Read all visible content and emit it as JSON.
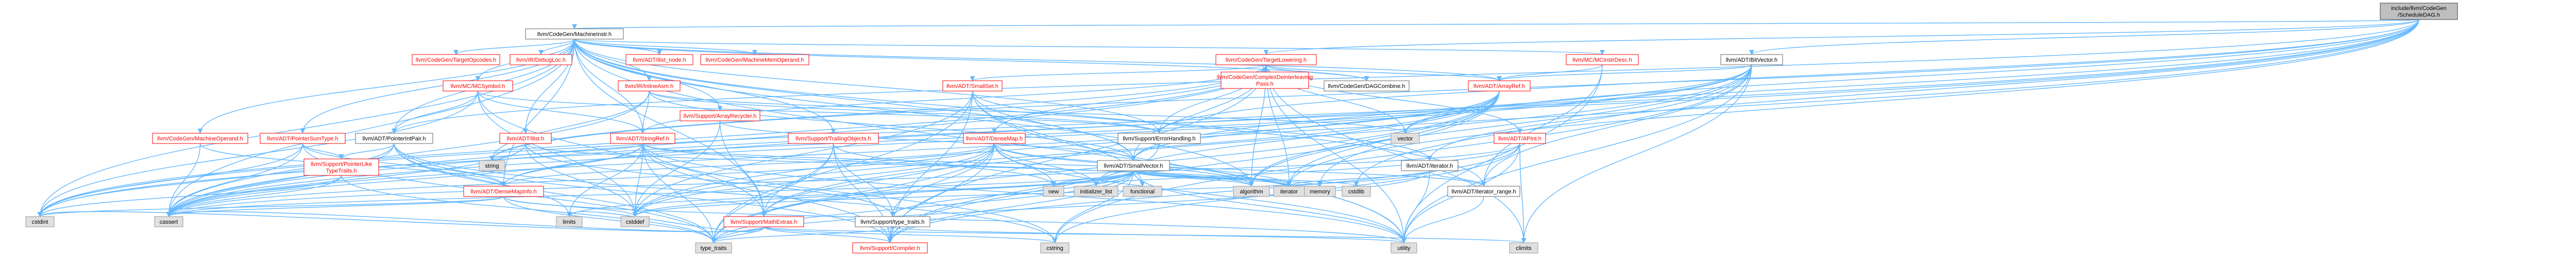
{
  "graph": {
    "root": "include/llvm/CodeGen/ScheduleDAG.h",
    "nodes": [
      {
        "id": "root",
        "lines": [
          "include/llvm/CodeGen",
          "/ScheduleDAG.h"
        ],
        "kind": "root"
      },
      {
        "id": "mi",
        "lines": [
          "llvm/CodeGen/MachineInstr.h"
        ],
        "kind": "internal"
      },
      {
        "id": "tli",
        "lines": [
          "llvm/CodeGen/TargetLowering.h"
        ],
        "kind": "missing"
      },
      {
        "id": "bitvector",
        "lines": [
          "llvm/ADT/BitVector.h"
        ],
        "kind": "internal"
      },
      {
        "id": "mcinstrdesc",
        "lines": [
          "llvm/MC/MCInstrDesc.h"
        ],
        "kind": "missing"
      },
      {
        "id": "targetopcodes",
        "lines": [
          "llvm/CodeGen/TargetOpcodes.h"
        ],
        "kind": "missing"
      },
      {
        "id": "debugloc",
        "lines": [
          "llvm/IR/DebugLoc.h"
        ],
        "kind": "missing"
      },
      {
        "id": "ilist_node",
        "lines": [
          "llvm/ADT/ilist_node.h"
        ],
        "kind": "missing"
      },
      {
        "id": "mmo",
        "lines": [
          "llvm/CodeGen/MachineMemOperand.h"
        ],
        "kind": "missing"
      },
      {
        "id": "mcsymbol",
        "lines": [
          "llvm/MC/MCSymbol.h"
        ],
        "kind": "missing"
      },
      {
        "id": "intrinsicinst",
        "lines": [
          "llvm/IR/InlineAsm.h"
        ],
        "kind": "missing"
      },
      {
        "id": "arrayrecycler",
        "lines": [
          "llvm/Support/ArrayRecycler.h"
        ],
        "kind": "missing"
      },
      {
        "id": "smallset",
        "lines": [
          "llvm/ADT/SmallSet.h"
        ],
        "kind": "missing"
      },
      {
        "id": "complexdeinterleaving",
        "lines": [
          "llvm/CodeGen/ComplexDeinterleaving",
          "Pass.h"
        ],
        "kind": "missing"
      },
      {
        "id": "dagcombine",
        "lines": [
          "llvm/CodeGen/DAGCombine.h"
        ],
        "kind": "internal"
      },
      {
        "id": "arrayref",
        "lines": [
          "llvm/ADT/ArrayRef.h"
        ],
        "kind": "missing"
      },
      {
        "id": "moperand",
        "lines": [
          "llvm/CodeGen/MachineOperand.h"
        ],
        "kind": "missing"
      },
      {
        "id": "pointersumtype",
        "lines": [
          "llvm/ADT/PointerSumType.h"
        ],
        "kind": "missing"
      },
      {
        "id": "pointerintpair",
        "lines": [
          "llvm/ADT/PointerIntPair.h"
        ],
        "kind": "internal"
      },
      {
        "id": "ilist",
        "lines": [
          "llvm/ADT/ilist.h"
        ],
        "kind": "missing"
      },
      {
        "id": "stringref",
        "lines": [
          "llvm/ADT/StringRef.h"
        ],
        "kind": "missing"
      },
      {
        "id": "trailingobjects",
        "lines": [
          "llvm/Support/TrailingObjects.h"
        ],
        "kind": "missing"
      },
      {
        "id": "densemap",
        "lines": [
          "llvm/ADT/DenseMap.h"
        ],
        "kind": "missing"
      },
      {
        "id": "errorhandling",
        "lines": [
          "llvm/Support/ErrorHandling.h"
        ],
        "kind": "internal"
      },
      {
        "id": "smallvector",
        "lines": [
          "llvm/ADT/SmallVector.h"
        ],
        "kind": "internal"
      },
      {
        "id": "iterator",
        "lines": [
          "llvm/ADT/iterator.h"
        ],
        "kind": "internal"
      },
      {
        "id": "apint",
        "lines": [
          "llvm/ADT/APInt.h"
        ],
        "kind": "missing"
      },
      {
        "id": "pointerliketypetraits",
        "lines": [
          "llvm/Support/PointerLike",
          "TypeTraits.h"
        ],
        "kind": "missing"
      },
      {
        "id": "densemapinfo",
        "lines": [
          "llvm/ADT/DenseMapInfo.h"
        ],
        "kind": "missing"
      },
      {
        "id": "mathextras",
        "lines": [
          "llvm/Support/MathExtras.h"
        ],
        "kind": "missing"
      },
      {
        "id": "typetraits_support",
        "lines": [
          "llvm/Support/type_traits.h"
        ],
        "kind": "internal"
      },
      {
        "id": "compiler",
        "lines": [
          "llvm/Support/Compiler.h"
        ],
        "kind": "missing"
      },
      {
        "id": "iterator_range",
        "lines": [
          "llvm/ADT/iterator_range.h"
        ],
        "kind": "internal"
      },
      {
        "id": "vector",
        "lines": [
          "vector"
        ],
        "kind": "leaf"
      },
      {
        "id": "string",
        "lines": [
          "string"
        ],
        "kind": "leaf"
      },
      {
        "id": "new",
        "lines": [
          "new"
        ],
        "kind": "leaf"
      },
      {
        "id": "initializer_list",
        "lines": [
          "initializer_list"
        ],
        "kind": "leaf"
      },
      {
        "id": "functional",
        "lines": [
          "functional"
        ],
        "kind": "leaf"
      },
      {
        "id": "memory",
        "lines": [
          "memory"
        ],
        "kind": "leaf"
      },
      {
        "id": "algorithm",
        "lines": [
          "algorithm"
        ],
        "kind": "leaf"
      },
      {
        "id": "iterator_std",
        "lines": [
          "iterator"
        ],
        "kind": "leaf"
      },
      {
        "id": "cstdlib",
        "lines": [
          "cstdlib"
        ],
        "kind": "leaf"
      },
      {
        "id": "cstdint",
        "lines": [
          "cstdint"
        ],
        "kind": "leaf"
      },
      {
        "id": "cassert",
        "lines": [
          "cassert"
        ],
        "kind": "leaf"
      },
      {
        "id": "limits",
        "lines": [
          "limits"
        ],
        "kind": "leaf"
      },
      {
        "id": "cstddef",
        "lines": [
          "cstddef"
        ],
        "kind": "leaf"
      },
      {
        "id": "type_traits",
        "lines": [
          "type_traits"
        ],
        "kind": "leaf"
      },
      {
        "id": "cstring",
        "lines": [
          "cstring"
        ],
        "kind": "leaf"
      },
      {
        "id": "utility",
        "lines": [
          "utility"
        ],
        "kind": "leaf"
      },
      {
        "id": "climits",
        "lines": [
          "climits"
        ],
        "kind": "leaf"
      }
    ],
    "edges": [
      [
        "root",
        "mi"
      ],
      [
        "root",
        "tli"
      ],
      [
        "root",
        "bitvector"
      ],
      [
        "root",
        "vector"
      ],
      [
        "root",
        "cassert"
      ],
      [
        "root",
        "iterator_std"
      ],
      [
        "root",
        "cstddef"
      ],
      [
        "root",
        "string"
      ],
      [
        "root",
        "pointerintpair"
      ],
      [
        "root",
        "smallvector"
      ],
      [
        "root",
        "errorhandling"
      ],
      [
        "root",
        "iterator"
      ],
      [
        "root",
        "cstdint"
      ],
      [
        "mi",
        "targetopcodes"
      ],
      [
        "mi",
        "debugloc"
      ],
      [
        "mi",
        "ilist_node"
      ],
      [
        "mi",
        "mmo"
      ],
      [
        "mi",
        "mcsymbol"
      ],
      [
        "mi",
        "intrinsicinst"
      ],
      [
        "mi",
        "arrayrecycler"
      ],
      [
        "mi",
        "mcinstrdesc"
      ],
      [
        "mi",
        "moperand"
      ],
      [
        "mi",
        "pointersumtype"
      ],
      [
        "mi",
        "pointerintpair"
      ],
      [
        "mi",
        "ilist"
      ],
      [
        "mi",
        "stringref"
      ],
      [
        "mi",
        "trailingobjects"
      ],
      [
        "mi",
        "densemapinfo"
      ],
      [
        "mi",
        "smallvector"
      ],
      [
        "mi",
        "arrayref"
      ],
      [
        "mi",
        "iterator_range"
      ],
      [
        "mi",
        "algorithm"
      ],
      [
        "mi",
        "cassert"
      ],
      [
        "mi",
        "cstdint"
      ],
      [
        "mi",
        "utility"
      ],
      [
        "mi",
        "errorhandling"
      ],
      [
        "mi",
        "dagcombine"
      ],
      [
        "mi",
        "mathextras"
      ],
      [
        "tli",
        "complexdeinterleaving"
      ],
      [
        "tli",
        "dagcombine"
      ],
      [
        "tli",
        "arrayref"
      ],
      [
        "tli",
        "smallset"
      ],
      [
        "tli",
        "densemap"
      ],
      [
        "tli",
        "smallvector"
      ],
      [
        "tli",
        "stringref"
      ],
      [
        "tli",
        "errorhandling"
      ],
      [
        "tli",
        "algorithm"
      ],
      [
        "tli",
        "cassert"
      ],
      [
        "tli",
        "climits"
      ],
      [
        "tli",
        "cstdint"
      ],
      [
        "tli",
        "iterator_std"
      ],
      [
        "tli",
        "map"
      ],
      [
        "tli",
        "string"
      ],
      [
        "tli",
        "utility"
      ],
      [
        "tli",
        "vector"
      ],
      [
        "tli",
        "apint"
      ],
      [
        "tli",
        "compiler"
      ],
      [
        "bitvector",
        "iterator_range"
      ],
      [
        "bitvector",
        "mathextras"
      ],
      [
        "bitvector",
        "algorithm"
      ],
      [
        "bitvector",
        "cassert"
      ],
      [
        "bitvector",
        "climits"
      ],
      [
        "bitvector",
        "cstdint"
      ],
      [
        "bitvector",
        "cstdlib"
      ],
      [
        "bitvector",
        "cstring"
      ],
      [
        "bitvector",
        "utility"
      ],
      [
        "bitvector",
        "arrayref"
      ],
      [
        "bitvector",
        "densemapinfo"
      ],
      [
        "mcinstrdesc",
        "arrayref"
      ],
      [
        "mcinstrdesc",
        "iterator_range"
      ],
      [
        "mcinstrdesc",
        "utility"
      ],
      [
        "arrayref",
        "smallvector"
      ],
      [
        "arrayref",
        "compiler"
      ],
      [
        "arrayref",
        "algorithm"
      ],
      [
        "arrayref",
        "array"
      ],
      [
        "arrayref",
        "cassert"
      ],
      [
        "arrayref",
        "cstddef"
      ],
      [
        "arrayref",
        "initializer_list"
      ],
      [
        "arrayref",
        "iterator_std"
      ],
      [
        "arrayref",
        "memory"
      ],
      [
        "arrayref",
        "type_traits"
      ],
      [
        "arrayref",
        "vector"
      ],
      [
        "smallset",
        "smallvector"
      ],
      [
        "smallset",
        "iterator"
      ],
      [
        "smallset",
        "compiler"
      ],
      [
        "smallset",
        "type_traits"
      ],
      [
        "smallset",
        "cstddef"
      ],
      [
        "smallset",
        "functional"
      ],
      [
        "smallset",
        "set"
      ],
      [
        "smallset",
        "utility"
      ],
      [
        "mcsymbol",
        "pointerintpair"
      ],
      [
        "mcsymbol",
        "stringref"
      ],
      [
        "mcsymbol",
        "errorhandling"
      ],
      [
        "mcsymbol",
        "mathextras"
      ],
      [
        "mcsymbol",
        "cstddef"
      ],
      [
        "mcsymbol",
        "cstdint"
      ],
      [
        "intrinsicinst",
        "smallvector"
      ],
      [
        "intrinsicinst",
        "stringref"
      ],
      [
        "intrinsicinst",
        "errorhandling"
      ],
      [
        "intrinsicinst",
        "cassert"
      ],
      [
        "intrinsicinst",
        "string"
      ],
      [
        "intrinsicinst",
        "vector"
      ],
      [
        "arrayrecycler",
        "smallvector"
      ],
      [
        "arrayrecycler",
        "mathextras"
      ],
      [
        "arrayrecycler",
        "cstddef"
      ],
      [
        "moperand",
        "densemapinfo"
      ],
      [
        "moperand",
        "cassert"
      ],
      [
        "pointersumtype",
        "densemapinfo"
      ],
      [
        "pointersumtype",
        "pointerliketypetraits"
      ],
      [
        "pointersumtype",
        "cassert"
      ],
      [
        "pointersumtype",
        "cstdint"
      ],
      [
        "pointersumtype",
        "type_traits"
      ],
      [
        "pointerintpair",
        "compiler"
      ],
      [
        "pointerintpair",
        "pointerliketypetraits"
      ],
      [
        "pointerintpair",
        "type_traits"
      ],
      [
        "pointerintpair",
        "cassert"
      ],
      [
        "pointerintpair",
        "cstdint"
      ],
      [
        "pointerintpair",
        "cstring"
      ],
      [
        "pointerintpair",
        "limits"
      ],
      [
        "ilist",
        "typetraits_support"
      ],
      [
        "ilist",
        "cassert"
      ],
      [
        "ilist",
        "cstddef"
      ],
      [
        "ilist",
        "iterator_std"
      ],
      [
        "stringref",
        "densemapinfo"
      ],
      [
        "stringref",
        "iterator_range"
      ],
      [
        "stringref",
        "compiler"
      ],
      [
        "stringref",
        "algorithm"
      ],
      [
        "stringref",
        "cassert"
      ],
      [
        "stringref",
        "cstddef"
      ],
      [
        "stringref",
        "cstring"
      ],
      [
        "stringref",
        "limits"
      ],
      [
        "stringref",
        "string"
      ],
      [
        "stringref",
        "type_traits"
      ],
      [
        "stringref",
        "utility"
      ],
      [
        "trailingobjects",
        "alignof"
      ],
      [
        "trailingobjects",
        "compiler"
      ],
      [
        "trailingobjects",
        "mathextras"
      ],
      [
        "trailingobjects",
        "typetraits_support"
      ],
      [
        "trailingobjects",
        "new"
      ],
      [
        "trailingobjects",
        "type_traits"
      ],
      [
        "densemap",
        "densemapinfo"
      ],
      [
        "densemap",
        "epochtracker"
      ],
      [
        "densemap",
        "compiler"
      ],
      [
        "densemap",
        "mathextras"
      ],
      [
        "densemap",
        "typetraits_support"
      ],
      [
        "densemap",
        "algorithm"
      ],
      [
        "densemap",
        "cassert"
      ],
      [
        "densemap",
        "cstddef"
      ],
      [
        "densemap",
        "initializer_list"
      ],
      [
        "densemap",
        "iterator_std"
      ],
      [
        "densemap",
        "new"
      ],
      [
        "densemap",
        "type_traits"
      ],
      [
        "densemap",
        "utility"
      ],
      [
        "errorhandling",
        "compiler"
      ],
      [
        "smallvector",
        "compiler"
      ],
      [
        "smallvector",
        "typetraits_support"
      ],
      [
        "smallvector",
        "algorithm"
      ],
      [
        "smallvector",
        "cassert"
      ],
      [
        "smallvector",
        "cstddef"
      ],
      [
        "smallvector",
        "cstdlib"
      ],
      [
        "smallvector",
        "cstring"
      ],
      [
        "smallvector",
        "functional"
      ],
      [
        "smallvector",
        "initializer_list"
      ],
      [
        "smallvector",
        "iterator_std"
      ],
      [
        "smallvector",
        "limits"
      ],
      [
        "smallvector",
        "memory"
      ],
      [
        "smallvector",
        "new"
      ],
      [
        "smallvector",
        "type_traits"
      ],
      [
        "smallvector",
        "utility"
      ],
      [
        "iterator",
        "iterator_range"
      ],
      [
        "iterator",
        "cstddef"
      ],
      [
        "iterator",
        "iterator_std"
      ],
      [
        "iterator",
        "type_traits"
      ],
      [
        "iterator",
        "utility"
      ],
      [
        "apint",
        "compiler"
      ],
      [
        "apint",
        "mathextras"
      ],
      [
        "apint",
        "cassert"
      ],
      [
        "apint",
        "climits"
      ],
      [
        "apint",
        "cstring"
      ],
      [
        "apint",
        "utility"
      ],
      [
        "pointerliketypetraits",
        "cassert"
      ],
      [
        "pointerliketypetraits",
        "cstdint"
      ],
      [
        "pointerliketypetraits",
        "type_traits"
      ],
      [
        "densemapinfo",
        "cassert"
      ],
      [
        "densemapinfo",
        "cstddef"
      ],
      [
        "densemapinfo",
        "cstdint"
      ],
      [
        "densemapinfo",
        "tuple"
      ],
      [
        "densemapinfo",
        "type_traits"
      ],
      [
        "densemapinfo",
        "utility"
      ],
      [
        "mathextras",
        "compiler"
      ],
      [
        "mathextras",
        "bit"
      ],
      [
        "mathextras",
        "cassert"
      ],
      [
        "mathextras",
        "climits"
      ],
      [
        "mathextras",
        "cstdint"
      ],
      [
        "mathextras",
        "cstring"
      ],
      [
        "mathextras",
        "limits"
      ],
      [
        "mathextras",
        "type_traits"
      ],
      [
        "typetraits_support",
        "compiler"
      ],
      [
        "typetraits_support",
        "type_traits"
      ],
      [
        "typetraits_support",
        "utility"
      ],
      [
        "iterator_range",
        "utility"
      ]
    ]
  }
}
